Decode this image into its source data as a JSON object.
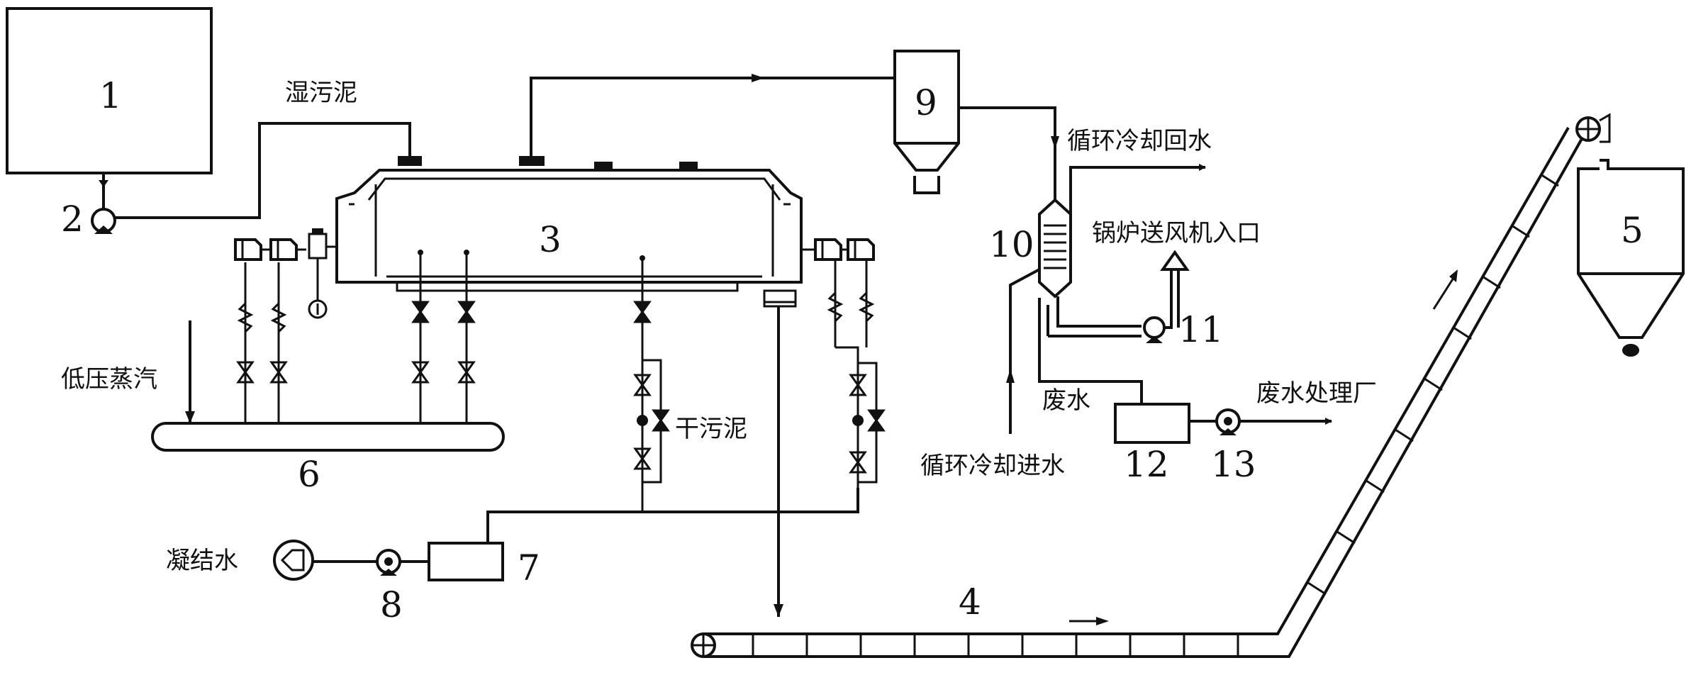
{
  "numbers": {
    "n1": "1",
    "n2": "2",
    "n3": "3",
    "n4": "4",
    "n5": "5",
    "n6": "6",
    "n7": "7",
    "n8": "8",
    "n9": "9",
    "n10": "10",
    "n11": "11",
    "n12": "12",
    "n13": "13"
  },
  "labels": {
    "wet_sludge": "湿污泥",
    "low_pressure_steam": "低压蒸汽",
    "dry_sludge": "干污泥",
    "condensate": "凝结水",
    "cooling_return": "循环冷却回水",
    "boiler_fan_inlet": "锅炉送风机入口",
    "cooling_inlet": "循环冷却进水",
    "waste_water": "废水",
    "waste_water_plant": "废水处理厂"
  }
}
